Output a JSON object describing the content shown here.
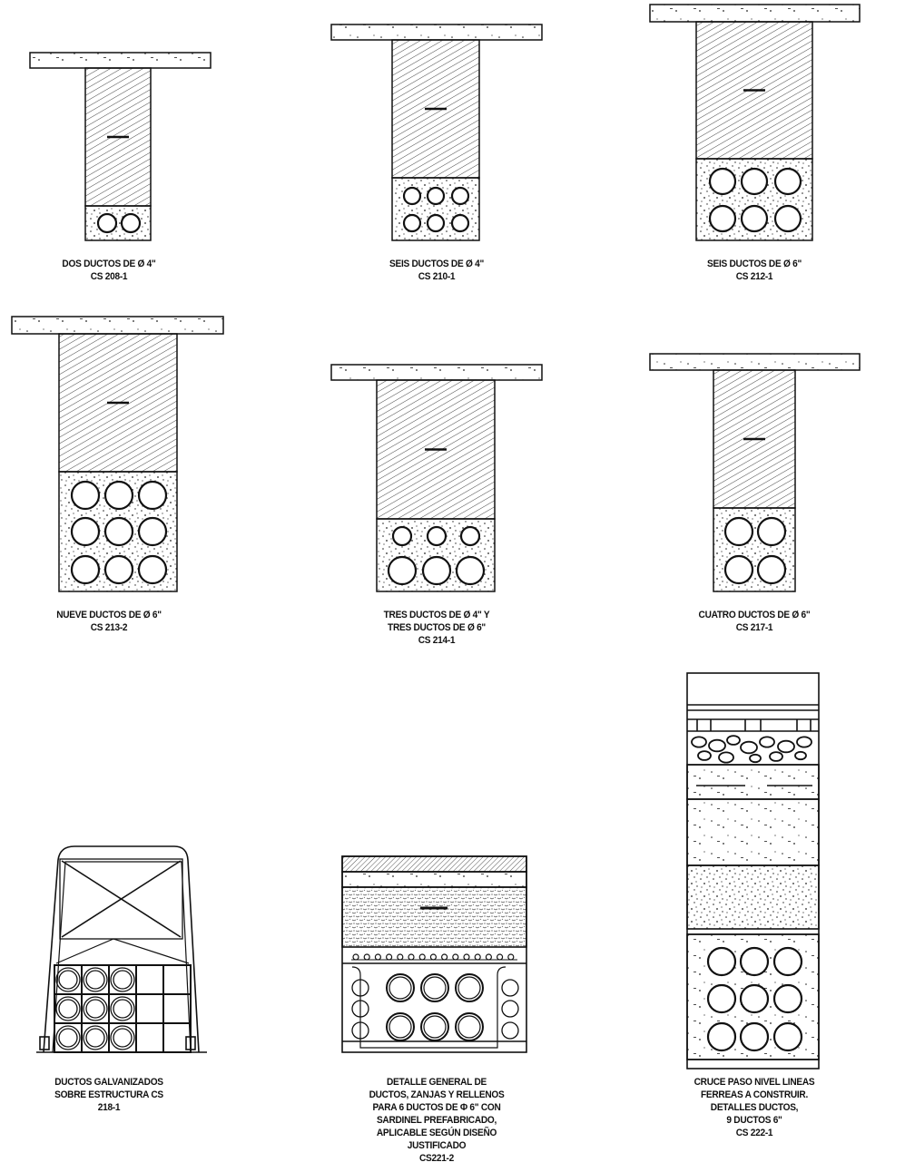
{
  "sections": [
    {
      "id": "cs208",
      "lines": [
        "DOS DUCTOS DE Ø 4\"",
        "CS 208-1"
      ]
    },
    {
      "id": "cs210",
      "lines": [
        "SEIS DUCTOS DE Ø 4\"",
        "CS 210-1"
      ]
    },
    {
      "id": "cs212",
      "lines": [
        "SEIS DUCTOS DE Ø 6\"",
        "CS 212-1"
      ]
    },
    {
      "id": "cs213",
      "lines": [
        "NUEVE DUCTOS DE Ø 6\"",
        "CS 213-2"
      ]
    },
    {
      "id": "cs214",
      "lines": [
        "TRES DUCTOS DE Ø 4\" Y",
        "TRES DUCTOS DE Ø 6\"",
        "CS 214-1"
      ]
    },
    {
      "id": "cs217",
      "lines": [
        "CUATRO DUCTOS DE Ø 6\"",
        "CS 217-1"
      ]
    },
    {
      "id": "cs218",
      "lines": [
        "DUCTOS GALVANIZADOS",
        "SOBRE ESTRUCTURA CS",
        "218-1"
      ]
    },
    {
      "id": "cs221",
      "lines": [
        "DETALLE GENERAL DE",
        "DUCTOS, ZANJAS Y RELLENOS",
        "PARA 6 DUCTOS DE Φ 6\" CON",
        "SARDINEL PREFABRICADO,",
        "APLICABLE SEGÚN DISEÑO",
        "JUSTIFICADO",
        "CS221-2"
      ]
    },
    {
      "id": "cs222",
      "lines": [
        "CRUCE PASO NIVEL LINEAS",
        "FERREAS A CONSTRUIR.",
        "DETALLES DUCTOS,",
        "9 DUCTOS 6\"",
        "CS 222-1"
      ]
    }
  ],
  "colors": {
    "line": "#111111",
    "background": "#ffffff"
  }
}
